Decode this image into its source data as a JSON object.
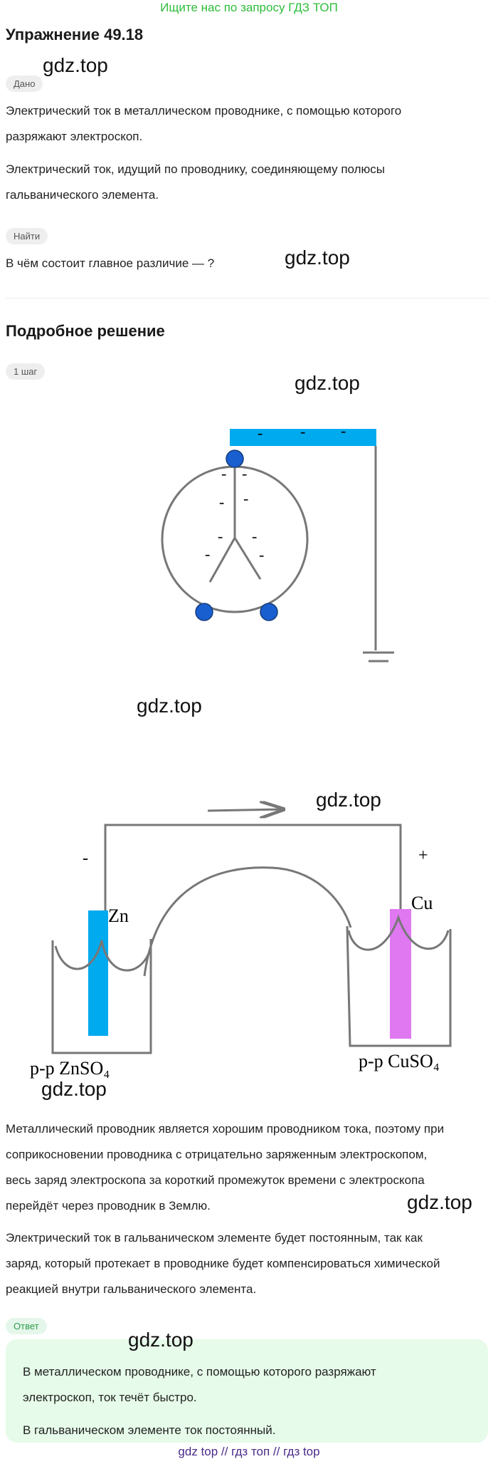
{
  "header": {
    "top_link": "Ищите нас по запросу ГДЗ ТОП",
    "title": "Упражнение 49.18"
  },
  "watermark": "gdz.top",
  "given": {
    "badge": "Дано",
    "line1a": "Электрический ток в металлическом проводнике, с помощью которого",
    "line1b": "разряжают электроскоп.",
    "line2a": "Электрический ток, идущий по проводнику, соединяющему полюсы",
    "line2b": "гальванического элемента."
  },
  "find": {
    "badge": "Найти",
    "question": "В чём состоит главное различие — ?"
  },
  "solution": {
    "title": "Подробное решение",
    "step_badge": "1 шаг"
  },
  "figure1": {
    "charge_sign": "-"
  },
  "figure2": {
    "minus": "-",
    "plus": "+",
    "zn": "Zn",
    "cu": "Cu",
    "left_solution": "р-р ZnSO₄",
    "right_solution": "р-р CuSO₄"
  },
  "explanation": {
    "p1a": "Металлический проводник является хорошим проводником тока, поэтому при",
    "p1b": "соприкосновении проводника с отрицательно заряженным электроскопом,",
    "p1c": "весь заряд электроскопа за короткий промежуток времени с электроскопа",
    "p1d": "перейдёт через проводник в Землю.",
    "p2a": "Электрический ток в гальваническом элементе будет постоянным, так как",
    "p2b": "заряд, который протекает в проводнике будет компенсироваться химической",
    "p2c": "реакцией внутри гальванического элемента."
  },
  "answer": {
    "badge": "Ответ",
    "line1a": "В металлическом проводнике, с помощью которого разряжают",
    "line1b": "электроскоп, ток течёт быстро.",
    "line2": "В гальваническом элементе ток постоянный."
  },
  "footer": {
    "text": "gdz top  //  гдз топ  //  гдз top"
  },
  "colors": {
    "accent_green": "#2dbd3a",
    "cyan": "#00aaee",
    "magenta": "#e078f2",
    "node_blue": "#1a5fd0",
    "wire_gray": "#777777"
  }
}
